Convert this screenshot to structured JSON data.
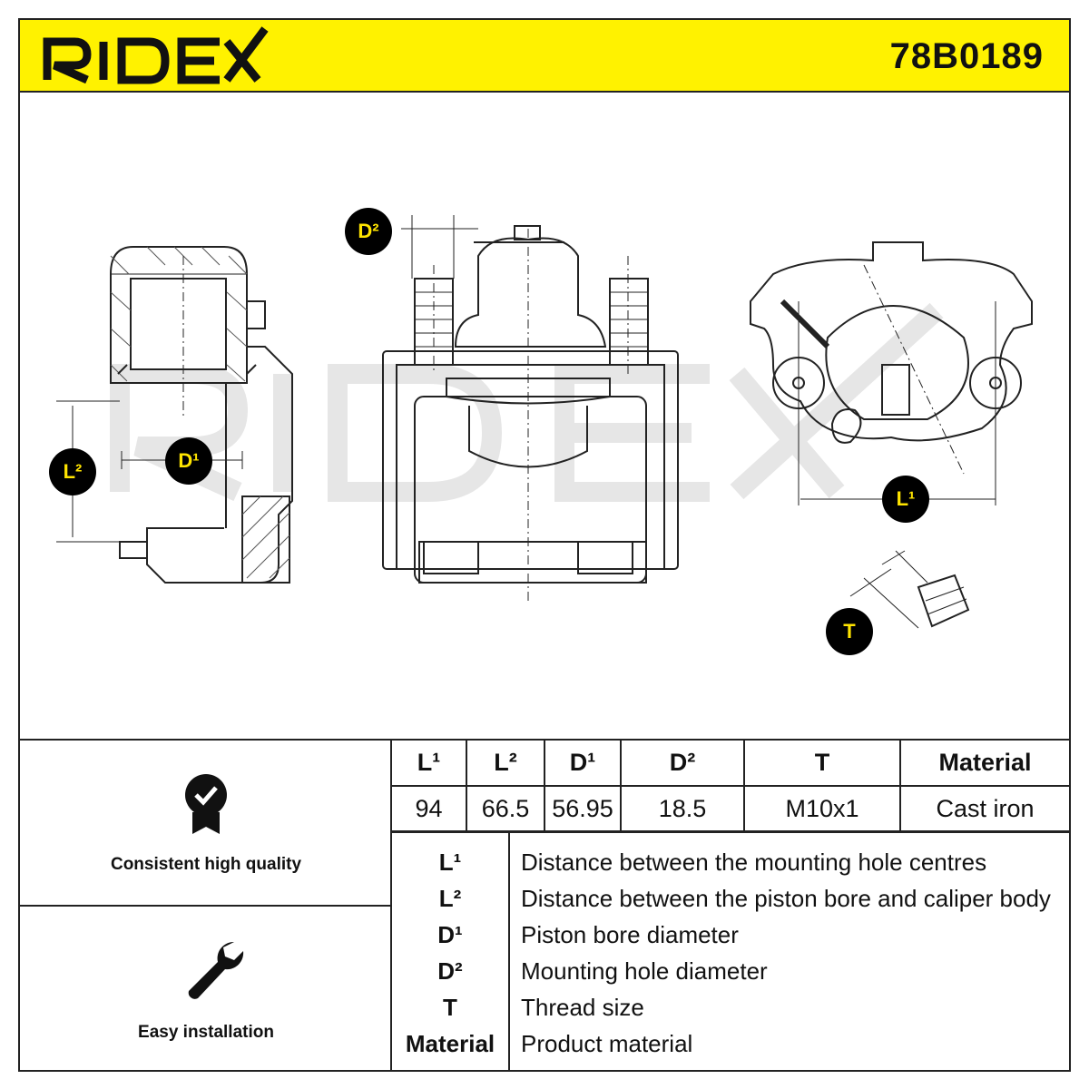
{
  "brand": {
    "name": "RIDEX",
    "part_number": "78B0189"
  },
  "badges": {
    "d2": "D²",
    "d1": "D¹",
    "l2": "L²",
    "l1": "L¹",
    "t": "T"
  },
  "features": [
    {
      "label": "Consistent high quality",
      "icon": "quality-badge-icon"
    },
    {
      "label": "Easy installation",
      "icon": "wrench-icon"
    }
  ],
  "specs": {
    "headers": [
      "L¹",
      "L²",
      "D¹",
      "D²",
      "T",
      "Material"
    ],
    "values": [
      "94",
      "66.5",
      "56.95",
      "18.5",
      "M10x1",
      "Cast iron"
    ]
  },
  "legend": [
    {
      "key": "L¹",
      "desc": "Distance between the mounting hole centres"
    },
    {
      "key": "L²",
      "desc": "Distance between the piston bore and caliper body"
    },
    {
      "key": "D¹",
      "desc": "Piston bore diameter"
    },
    {
      "key": "D²",
      "desc": "Mounting hole diameter"
    },
    {
      "key": "T",
      "desc": "Thread size"
    },
    {
      "key": "Material",
      "desc": "Product material"
    }
  ],
  "colors": {
    "header_bg": "#fff200",
    "badge_bg": "#000000",
    "badge_text": "#ffe400",
    "watermark": "#e6e6e6"
  }
}
